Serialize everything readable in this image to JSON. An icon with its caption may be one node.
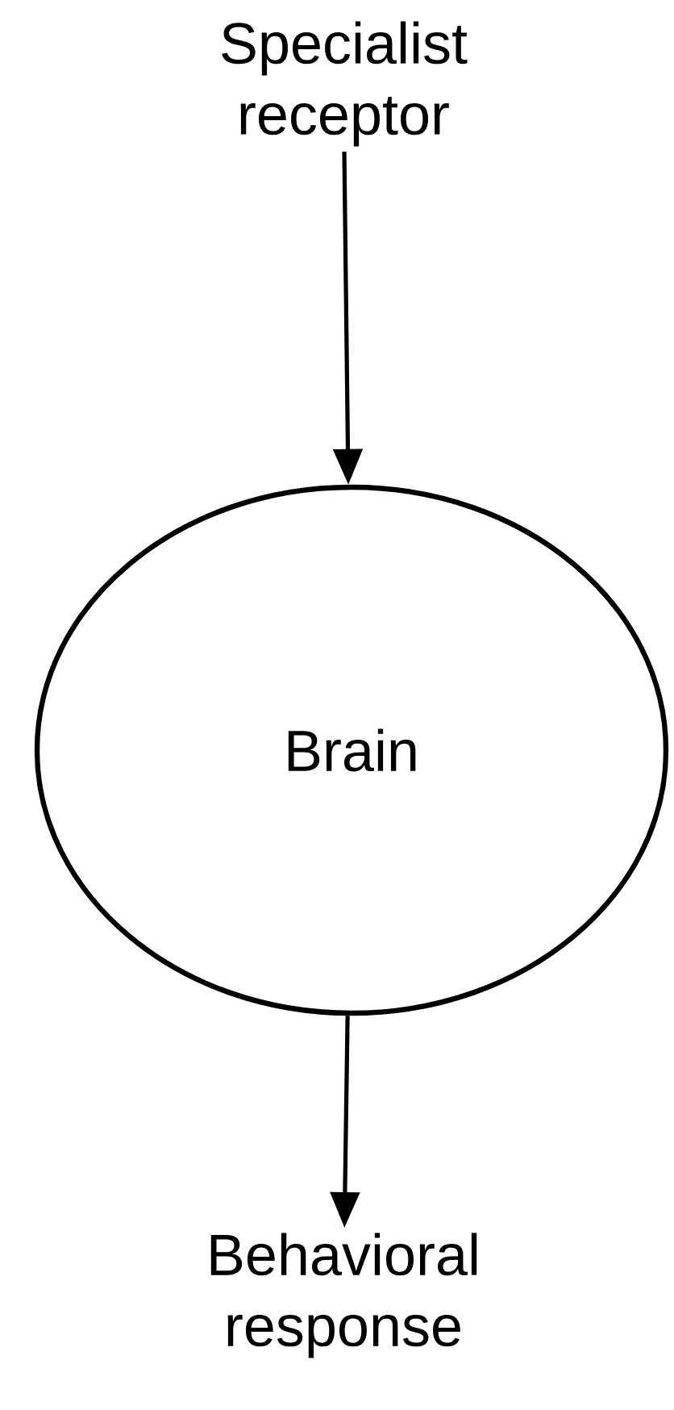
{
  "diagram": {
    "nodes": [
      {
        "text": [
          "Specialist receptor"
        ]
      },
      {
        "text": [
          "Brain"
        ]
      },
      {
        "text": [
          "Behavioral response"
        ]
      }
    ],
    "edges": [
      {
        "from": 0,
        "to": 1,
        "arrow": "to"
      },
      {
        "from": 1,
        "to": 2,
        "arrow": "to"
      }
    ]
  }
}
